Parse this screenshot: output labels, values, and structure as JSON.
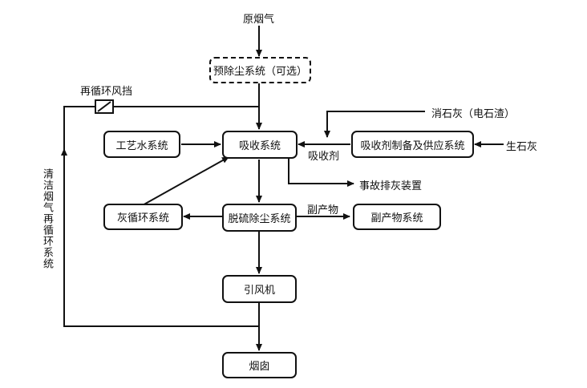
{
  "nodes": {
    "pre_dust": "预除尘系统（可选）",
    "absorption": "吸收系统",
    "process_water": "工艺水系统",
    "absorbent_prep": "吸收剂制备及供应系统",
    "ash_cycle": "灰循环系统",
    "desulfurization": "脱硫除尘系统",
    "byproduct_system": "副产物系统",
    "induced_fan": "引风机",
    "chimney": "烟囱"
  },
  "labels": {
    "raw_flue_gas": "原烟气",
    "recirc_damper": "再循环风挡",
    "slaked_lime": "消石灰（电石渣）",
    "quicklime": "生石灰",
    "absorbent": "吸收剂",
    "emergency_ash": "事故排灰装置",
    "byproduct": "副产物",
    "clean_gas_recirc": "清洁烟气再循环系统"
  }
}
